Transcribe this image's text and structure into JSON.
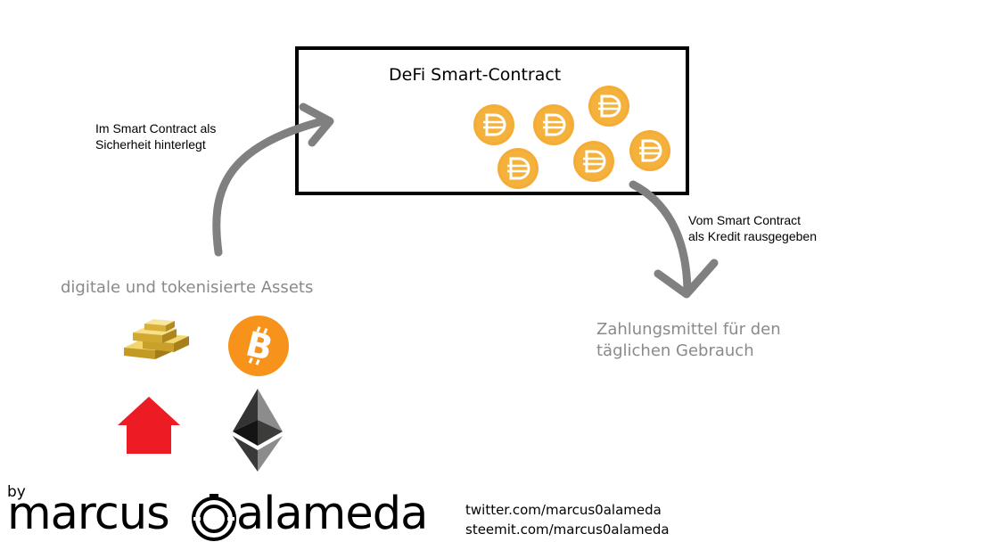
{
  "contract": {
    "title": "DeFi Smart-Contract",
    "coin_icon": "dai-coin-icon",
    "coin_count": 6
  },
  "arrows": {
    "collateral_label": "Im Smart Contract als\nSicherheit hinterlegt",
    "credit_label": "Vom Smart Contract\nals Kredit rausgegeben"
  },
  "assets": {
    "heading": "digitale und tokenisierte Assets",
    "items": [
      "gold-bars-icon",
      "bitcoin-icon",
      "house-icon",
      "ethereum-icon"
    ]
  },
  "payment": {
    "heading": "Zahlungsmittel für den\ntäglichen Gebrauch"
  },
  "branding": {
    "by": "by",
    "name_part1": "marcus",
    "name_part2": "alameda",
    "links": [
      "twitter.com/marcus0alameda",
      "steemit.com/marcus0alameda"
    ]
  },
  "colors": {
    "arrow": "#808080",
    "coin_outer": "#f5ac37",
    "coin_inner": "#f0a020",
    "bitcoin": "#f7931a",
    "house": "#ed1c24"
  }
}
